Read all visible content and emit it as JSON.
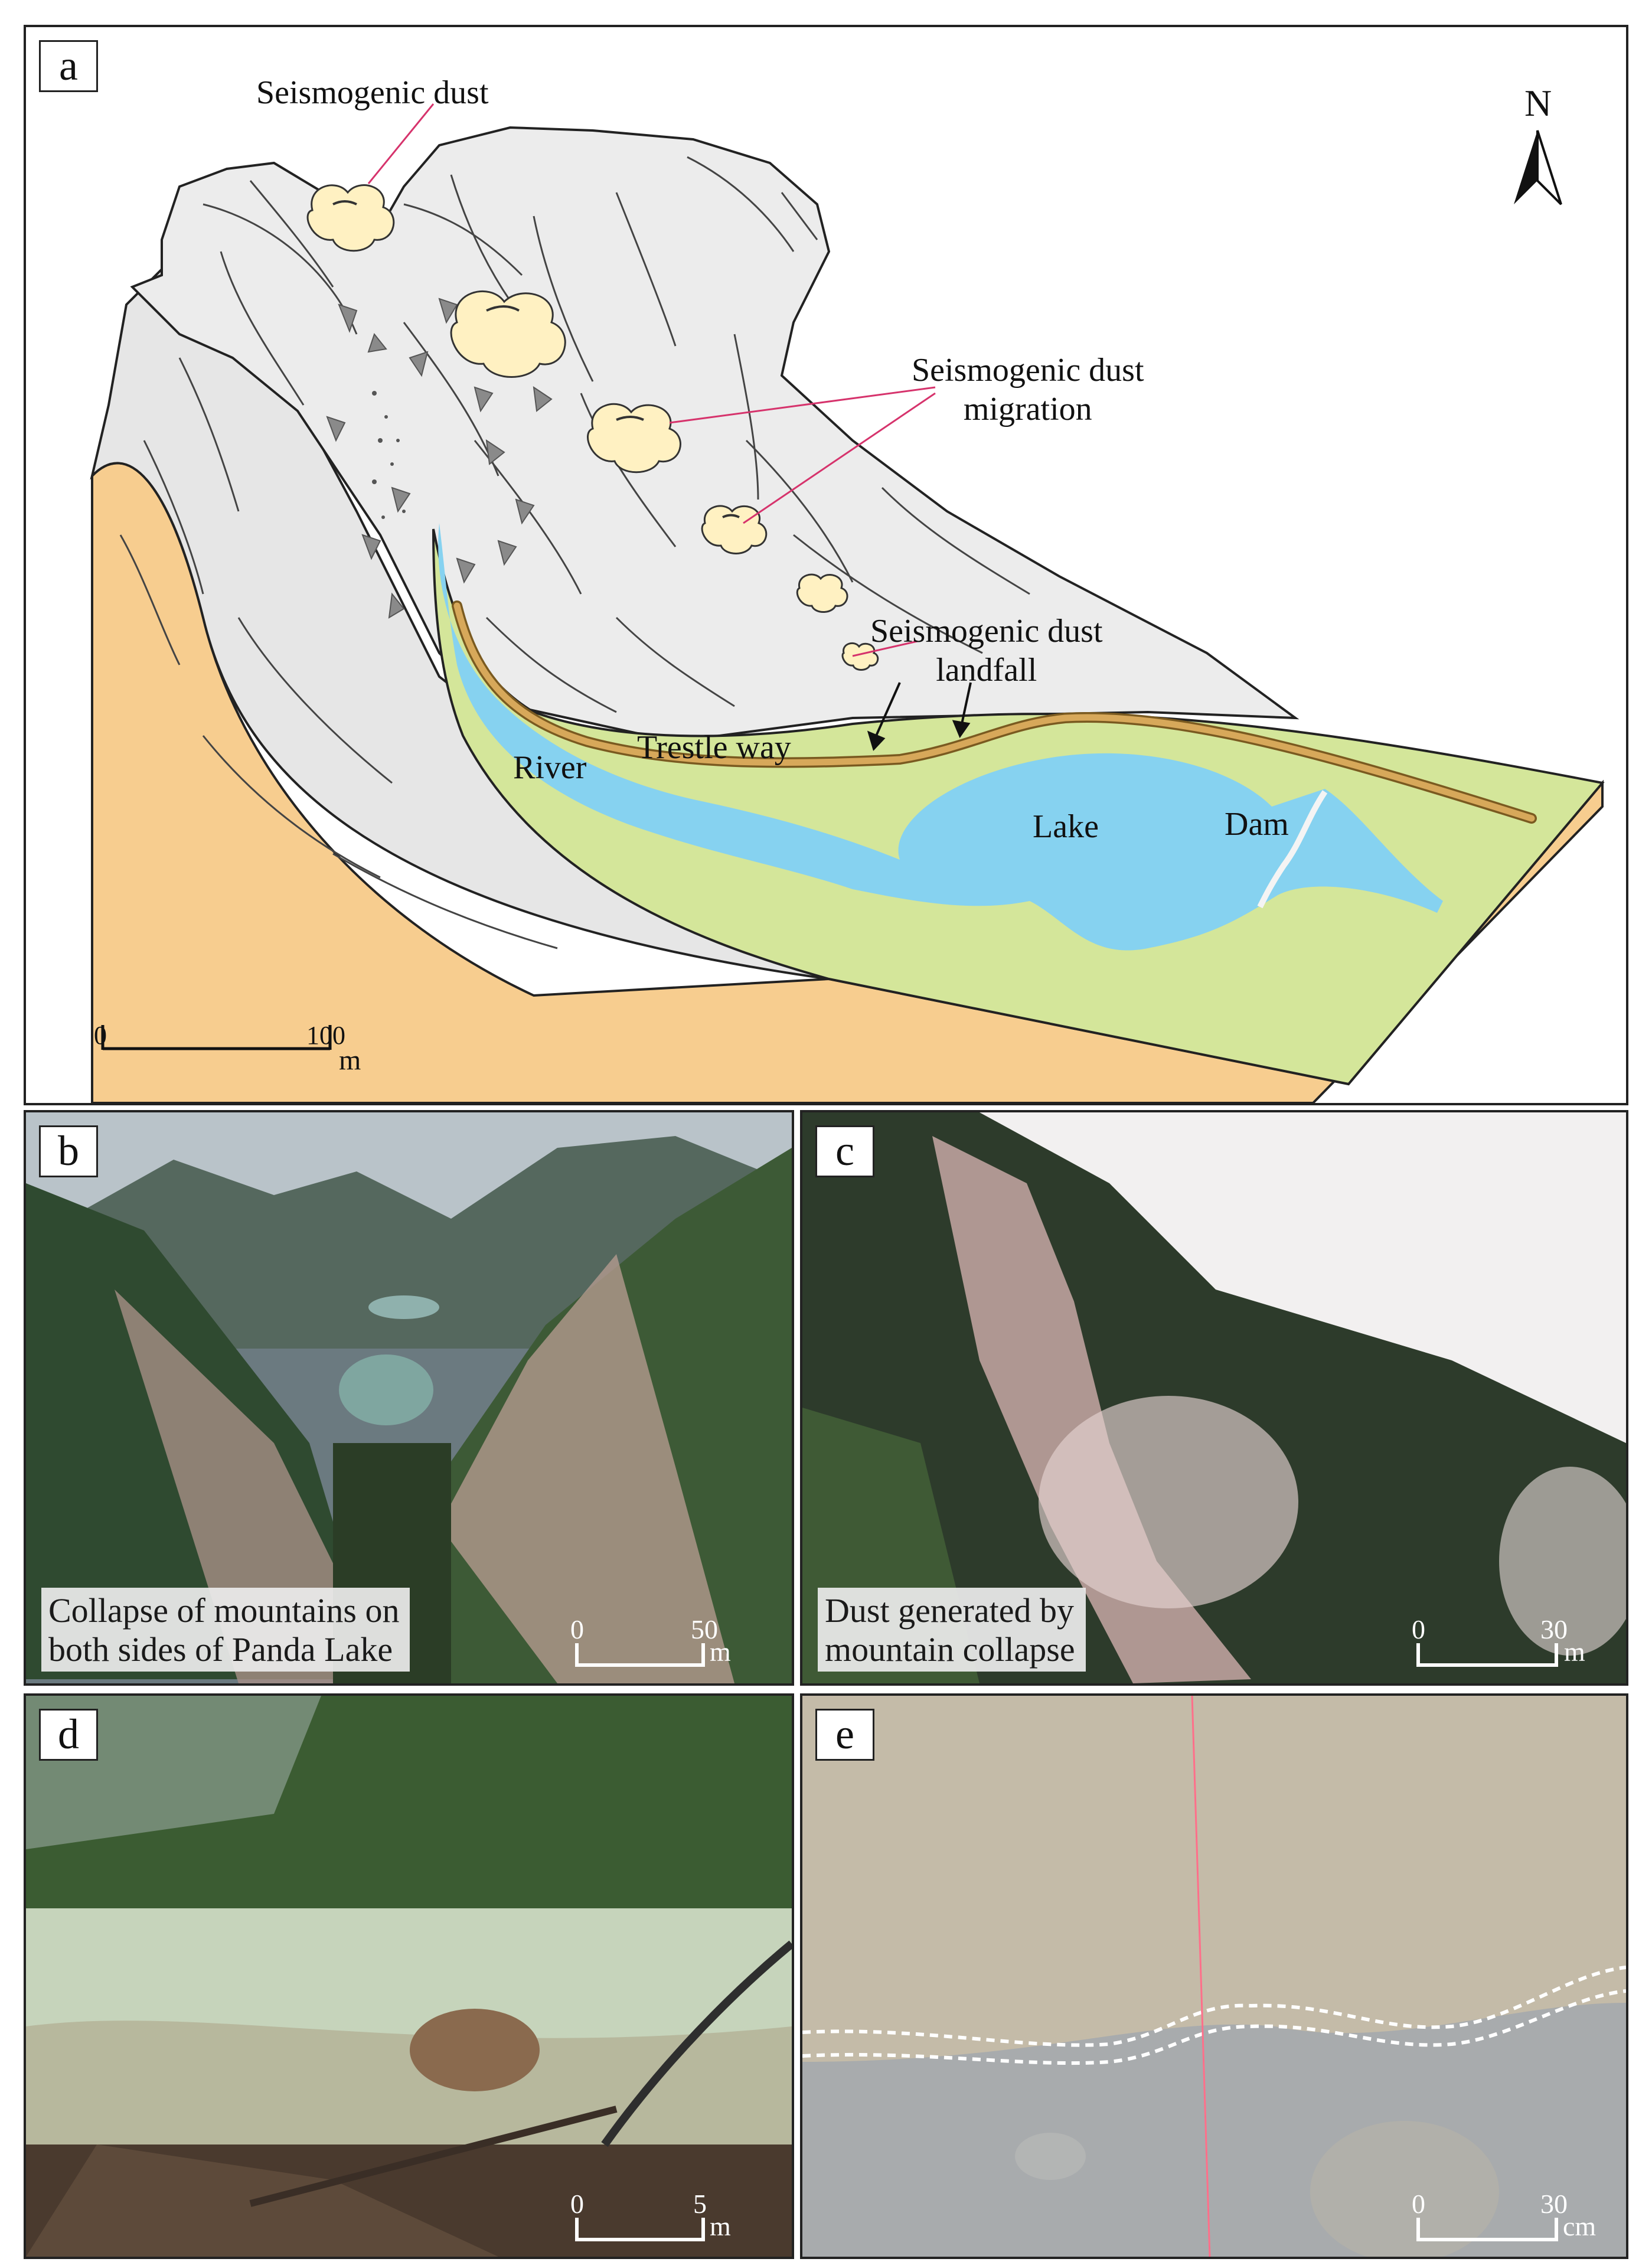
{
  "panel_a": {
    "letter": "a",
    "labels": {
      "seismogenic_dust": "Seismogenic dust",
      "migration_line1": "Seismogenic dust",
      "migration_line2": "migration",
      "landfall_line1": "Seismogenic dust",
      "landfall_line2": "landfall",
      "river": "River",
      "trestle_way": "Trestle way",
      "lake": "Lake",
      "dam": "Dam"
    },
    "north": "N",
    "scale": {
      "start": "0",
      "end": "100",
      "unit": "m"
    },
    "colors": {
      "mountain": "#e3e3e3",
      "ground": "#d4e69a",
      "water": "#86d2f0",
      "soil": "#f7cd8f",
      "trail": "#d7a85a",
      "dust": "#fff1c2"
    }
  },
  "panel_b": {
    "letter": "b",
    "caption_line1": "Collapse of mountains on",
    "caption_line2": "both sides of Panda Lake",
    "scale": {
      "start": "0",
      "end": "50",
      "unit": "m"
    }
  },
  "panel_c": {
    "letter": "c",
    "caption_line1": "Dust generated by",
    "caption_line2": "mountain collapse",
    "scale": {
      "start": "0",
      "end": "30",
      "unit": "m"
    }
  },
  "panel_d": {
    "letter": "d",
    "scale": {
      "start": "0",
      "end": "5",
      "unit": "m"
    }
  },
  "panel_e": {
    "letter": "e",
    "scale": {
      "start": "0",
      "end": "30",
      "unit": "cm"
    }
  }
}
